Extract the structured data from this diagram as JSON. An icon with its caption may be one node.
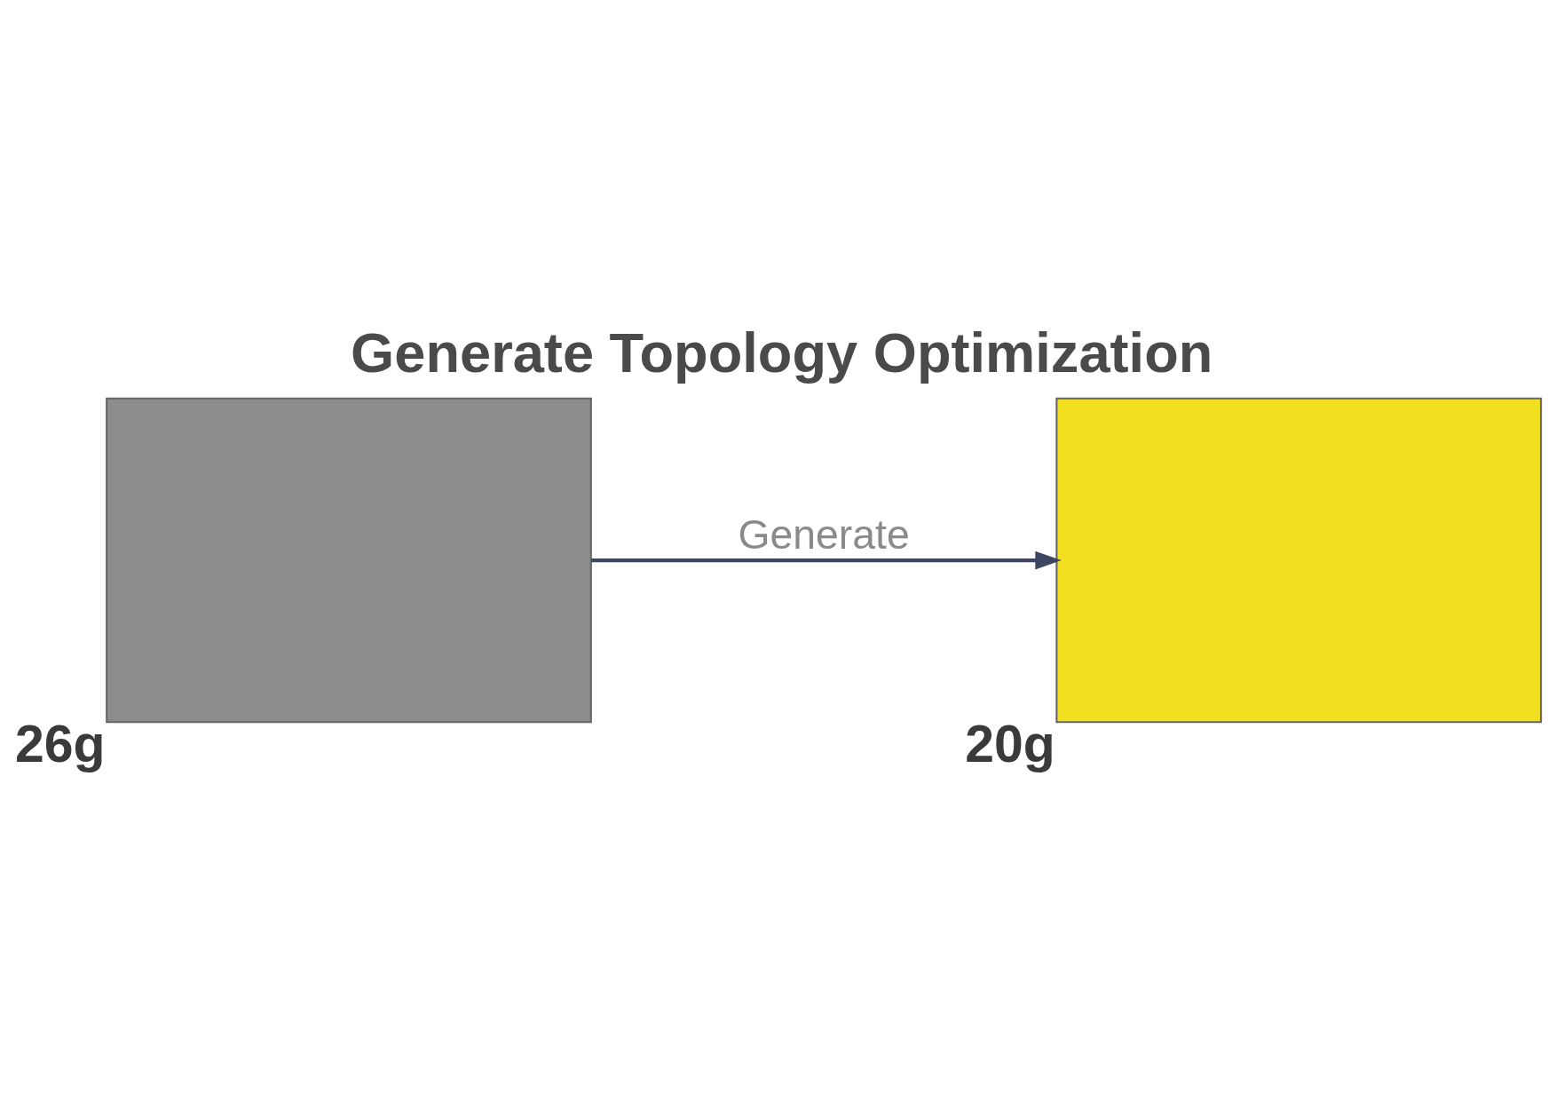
{
  "diagram": {
    "title": "Generate Topology Optimization",
    "nodes": [
      {
        "text": [],
        "shape": "box",
        "beside": [
          "26g"
        ]
      },
      {
        "text": [],
        "shape": "box",
        "beside": [
          "20g"
        ]
      }
    ],
    "edges": [
      {
        "from": 0,
        "to": 1,
        "label": "Generate",
        "arrow": "to"
      }
    ]
  }
}
